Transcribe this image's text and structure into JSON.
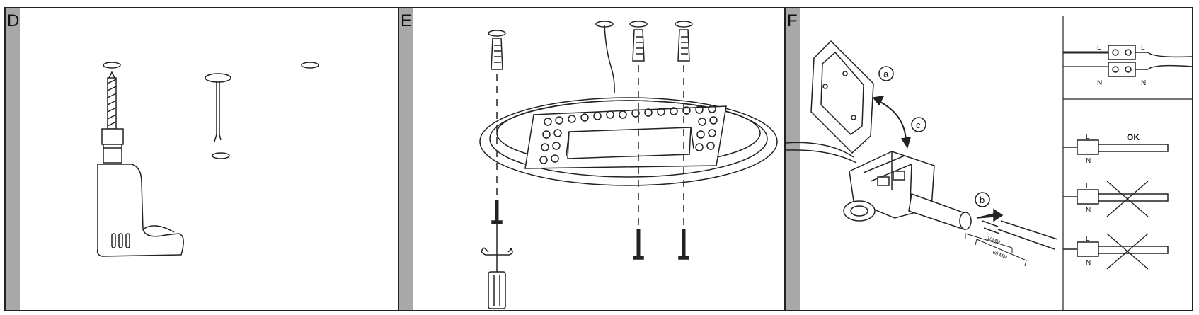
{
  "panels": [
    {
      "letter": "D"
    },
    {
      "letter": "E"
    },
    {
      "letter": "F"
    }
  ],
  "labels": {
    "a": "a",
    "b": "b",
    "c": "c",
    "L": "L",
    "N": "N",
    "ok": "OK",
    "dim1": "10MM",
    "dim2": "60 MM"
  },
  "colors": {
    "strip": "#a8a8a8",
    "line": "#222222"
  }
}
